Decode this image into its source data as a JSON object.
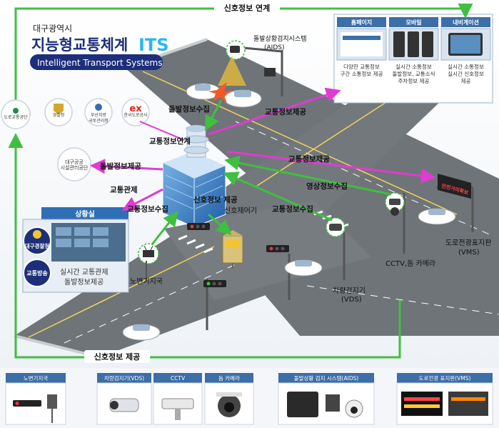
{
  "header": {
    "org": "대구광역시",
    "title_ko": "지능형교통체계",
    "title_its": "ITS",
    "title_en": "Intelligent Transport Systems"
  },
  "agencies": [
    {
      "name": "도로교통공단",
      "logo": "koroad-logo"
    },
    {
      "name": "경찰청",
      "logo": "police-emblem"
    },
    {
      "name": "부산지방\n국토관리청",
      "logo": "ministry-emblem"
    },
    {
      "name": "한국도로공사",
      "logo": "ex-logo"
    },
    {
      "name": "대구공공\n시설관리공단",
      "logo": ""
    }
  ],
  "flows": {
    "signal_link": "신호정보 연계",
    "signal_provide_bottom": "신호정보 제공",
    "incident_collect": "돌발정보수집",
    "traffic_provide_1": "교통정보제공",
    "traffic_provide_2": "교통정보제공",
    "traffic_link": "교통정보연계",
    "incident_provide": "돌발정보제공",
    "traffic_control": "교통관제",
    "video_collect": "영상정보수집",
    "traffic_collect_left": "교통정보수집",
    "signal_provide_center": "신호정보 제공",
    "traffic_collect_right": "교통정보수집"
  },
  "devices": {
    "aids_label": "돌발상황검지시스템\n(AIDS)",
    "controller": "신호제어기",
    "roadside": "노변기지국",
    "vds": "차량검지기\n(VDS)",
    "cctv": "CCTV,돔 카메라",
    "vms": "도로전광표지판\n(VMS)",
    "vms_sign_text": "안전거리확보"
  },
  "situation_room": {
    "title": "상황실",
    "badge_police": "대구경찰청",
    "badge_broadcast": "교통방송",
    "description": "실시간 교통관제\n돌발정보제공"
  },
  "services": [
    {
      "title": "홈페이지",
      "desc": "다양한 교통정보\n구간 소통정보 제공"
    },
    {
      "title": "모바일",
      "desc": "실시간 소통정보\n돌발정보, 교통소식\n주차정보 제공"
    },
    {
      "title": "내비게이션",
      "desc": "실시간 소통정보\n실시간 신호정보\n제공"
    }
  ],
  "legend": [
    {
      "label": "노변기지국"
    },
    {
      "label": "차량검지기(VDS)"
    },
    {
      "label": "CCTV"
    },
    {
      "label": "돔 카메라"
    },
    {
      "label": "돌발상황 검지 시스템(AIDS)"
    },
    {
      "label": "도로전광 표지판(VMS)"
    }
  ],
  "colors": {
    "green_arrow": "#3fbf3f",
    "pink_arrow": "#e03bd2",
    "road": "#6f7479",
    "navy": "#1d2f7a",
    "panel_blue": "#2f6fb6",
    "legend_header": "#3c6ea8"
  }
}
